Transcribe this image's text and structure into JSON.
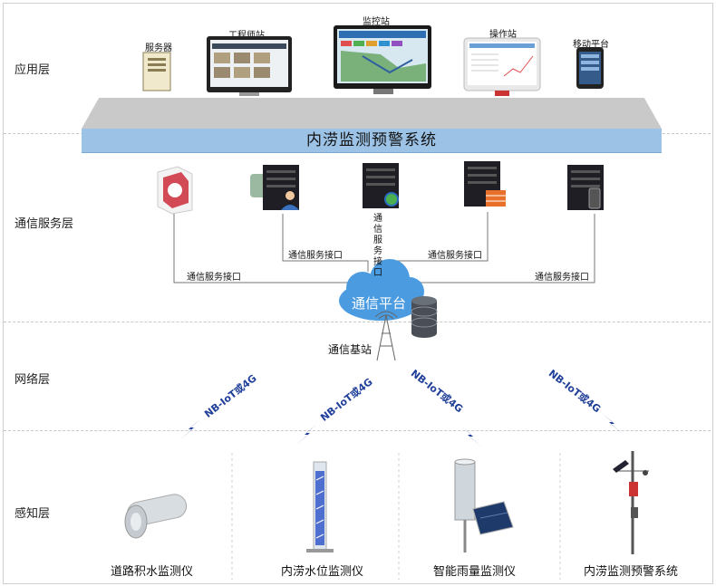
{
  "layers": {
    "application": "应用层",
    "service": "通信服务层",
    "network": "网络层",
    "perception": "感知层"
  },
  "app": {
    "server": "服务器",
    "engineer": "工程师站",
    "monitor": "监控站",
    "operator": "操作站",
    "mobile": "移动平台"
  },
  "system_banner": "内涝监测预警系统",
  "service": {
    "interface_label": "通信服务接口",
    "center_vertical": "通信服务接口"
  },
  "platform": "通信平台",
  "base_station": "通信基站",
  "network": {
    "link_label": "NB-IoT或4G"
  },
  "sensors": [
    "道路积水监测仪",
    "内涝水位监测仪",
    "智能雨量监测仪",
    "内涝监测预警系统"
  ],
  "colors": {
    "banner": "#9cc3e6",
    "cloud": "#4a9be0",
    "link": "#1f3f9a"
  }
}
